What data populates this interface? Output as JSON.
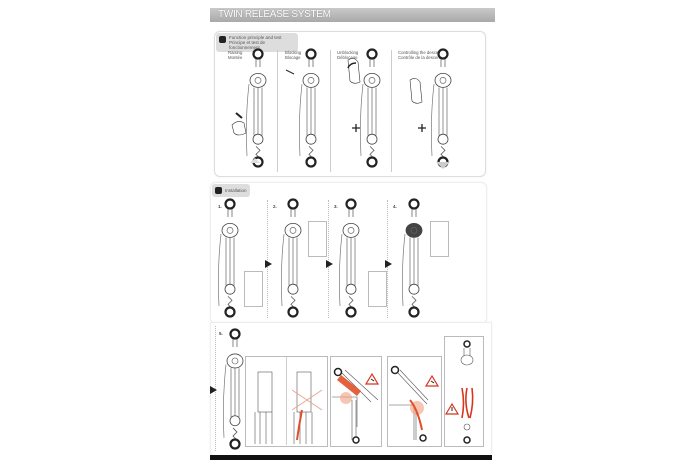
{
  "header": {
    "title": "TWIN RELEASE SYSTEM"
  },
  "section1": {
    "title_en": "Function principle and test",
    "title_fr": "Principe et test de fonctionnement",
    "steps": [
      {
        "en": "Raising",
        "fr": "Montée"
      },
      {
        "en": "Blocking",
        "fr": "Blocage"
      },
      {
        "en": "Unblocking",
        "fr": "Déblocage"
      },
      {
        "en": "Controlling the descent",
        "fr": "Contrôle de la descente"
      }
    ]
  },
  "section2": {
    "title": "Installation",
    "steps": [
      "1.",
      "2.",
      "3.",
      "4."
    ]
  },
  "section3": {
    "step": "5."
  },
  "colors": {
    "warning": "#d9341c",
    "rope_highlight": "#e0502a",
    "header_bar": "#b5b5b5"
  }
}
